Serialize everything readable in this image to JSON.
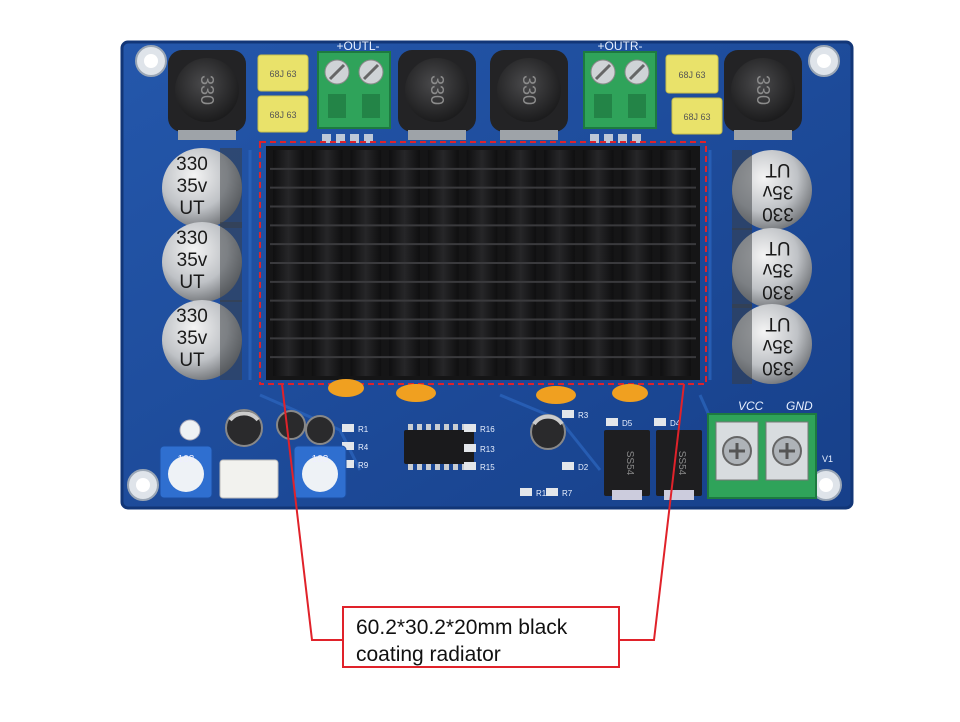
{
  "callout": {
    "line1": "60.2*30.2*20mm black",
    "line2": "coating radiator"
  },
  "board": {
    "output_left_label": "+OUTL-",
    "output_right_label": "+OUTR-",
    "vcc_label": "VCC",
    "gnd_label": "GND",
    "v1_label": "V1",
    "inductor_marking": "330",
    "film_cap_marking": "68J 63",
    "cap_line1": "330",
    "cap_line2": "35v",
    "cap_line3": "UT",
    "pot_marking": "103",
    "resistor_labels": [
      "R1",
      "R4",
      "R9",
      "R16",
      "R13",
      "R15",
      "R3",
      "R11",
      "R7",
      "D2",
      "D5",
      "D4"
    ],
    "diode_marking": "SS54"
  },
  "colors": {
    "pcb": "#1d4fa0",
    "pcb_edge": "#153d80",
    "heatsink": "#1b1b1d",
    "terminal_green": "#2fa35a",
    "film_cap_yellow": "#e9e26a",
    "highlight_red": "#e0222a"
  }
}
